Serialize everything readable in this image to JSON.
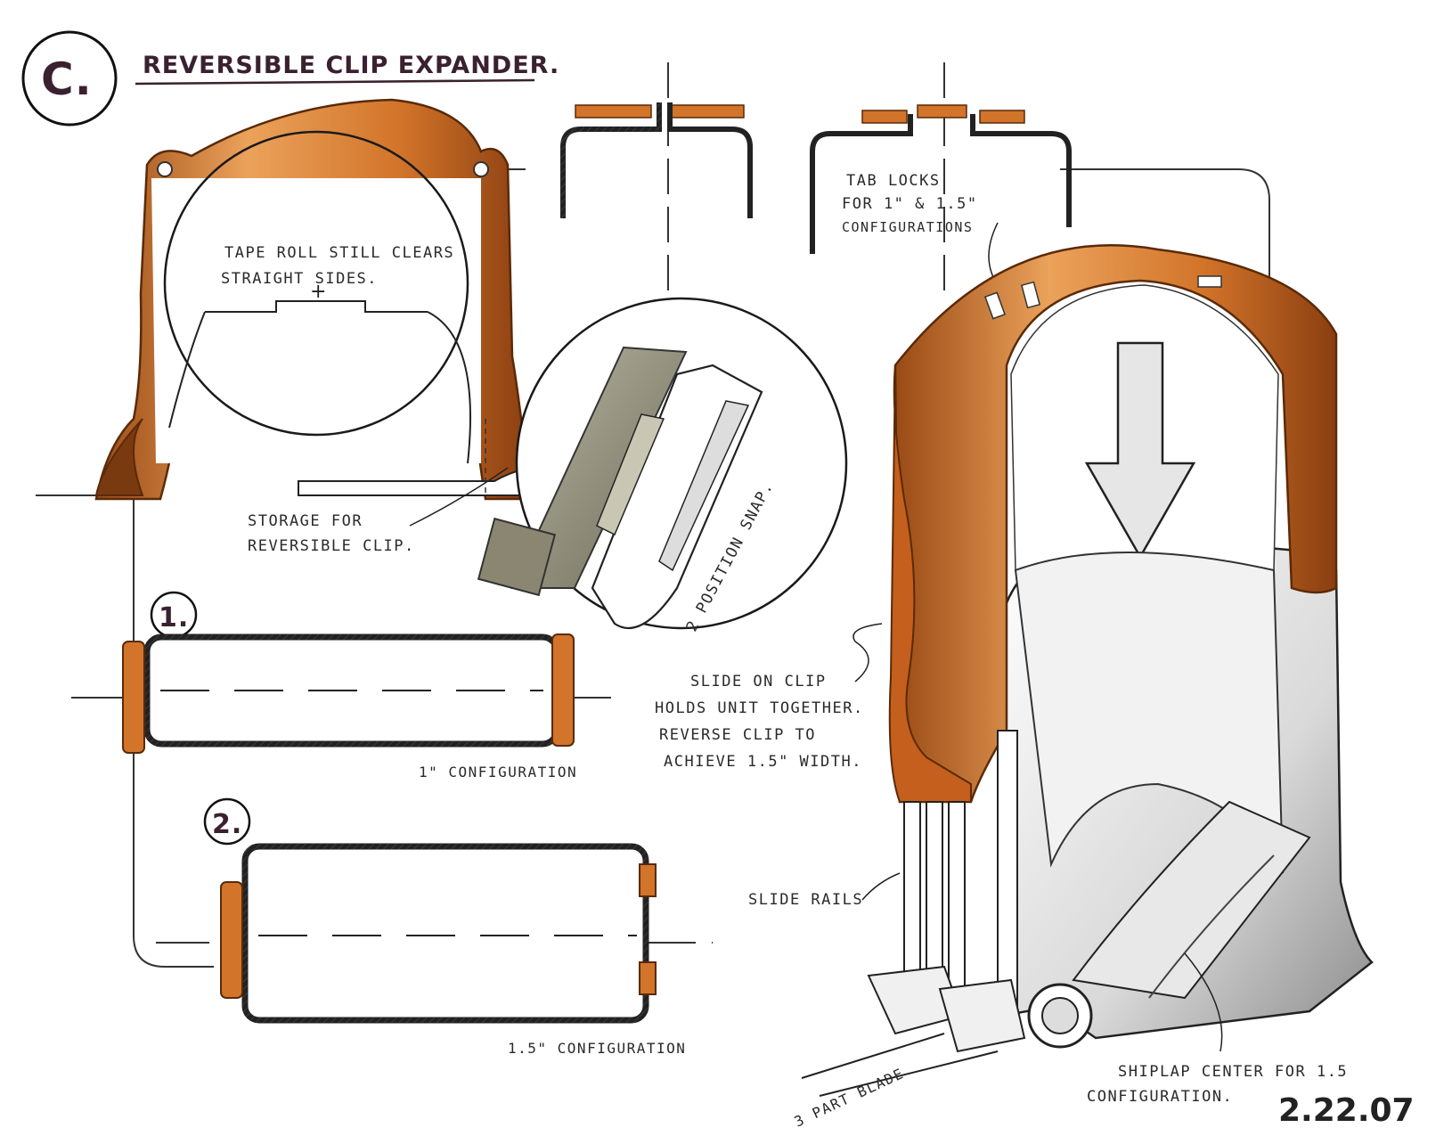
{
  "title": {
    "badge": "C.",
    "text": "REVERSIBLE CLIP EXPANDER."
  },
  "notes": {
    "tape_roll_line1": "TAPE ROLL STILL CLEARS",
    "tape_roll_line2": "STRAIGHT SIDES.",
    "storage_line1": "STORAGE FOR",
    "storage_line2": "REVERSIBLE CLIP.",
    "snap": "2 POSITION SNAP.",
    "tab_locks_line1": "TAB LOCKS",
    "tab_locks_line2": "FOR 1\" & 1.5\"",
    "tab_locks_line3": "CONFIGURATIONS",
    "slide_clip_line1": "SLIDE ON CLIP",
    "slide_clip_line2": "HOLDS UNIT TOGETHER.",
    "slide_clip_line3": "REVERSE CLIP TO",
    "slide_clip_line4": "ACHIEVE 1.5\" WIDTH.",
    "slide_rails": "SLIDE RAILS",
    "blade": "3 PART BLADE",
    "shiplap_line1": "SHIPLAP CENTER FOR 1.5",
    "shiplap_line2": "CONFIGURATION."
  },
  "configs": {
    "one_badge": "1.",
    "one_label": "1\" CONFIGURATION",
    "two_badge": "2.",
    "two_label": "1.5\" CONFIGURATION"
  },
  "date": "2.22.07",
  "colors": {
    "clip_orange": "#d2742a",
    "clip_dark": "#9a4a15",
    "clip_light": "#eba25a",
    "ink": "#2b2b2b",
    "blade_gray": "#8a8672",
    "title_ink": "#3a2030"
  }
}
